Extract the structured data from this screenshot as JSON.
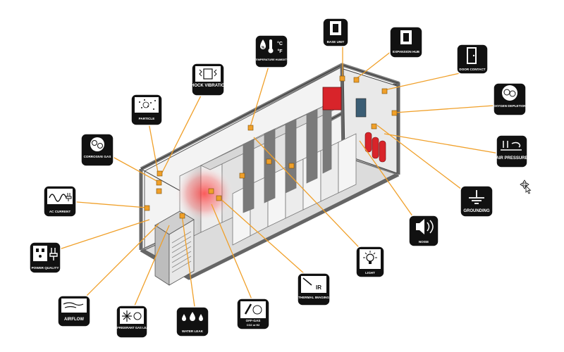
{
  "sensors": {
    "base_unit": "BASE UNIT",
    "expansion_hub": "EXPANSION HUB",
    "door_contact": "DOOR CONTACT",
    "oxygen_depletion": "OXYGEN DEPLETION",
    "air_pressure": "AIR PRESSURE",
    "grounding": "GROUNDING",
    "noise": "NOISE",
    "light": "LIGHT",
    "thermal_imaging": "THERMAL IMAGING",
    "off_gas": "OFF-GAS",
    "off_gas_sub": "CO2 or H2",
    "water_leak": "WATER LEAK",
    "refrigerant_gas_leak": "REFRIGERANT GAS LEAK",
    "airflow": "AIRFLOW",
    "power_quality": "POWER QUALITY",
    "ac_current": "AC CURRENT",
    "corrosive_gas": "CORROSIVE GAS",
    "particle": "PARTICLE",
    "shock_vibration": "SHOCK VIBRATION",
    "temperature_humidity": "TEMPERATURE HUMIDITY",
    "ir_glyph": "IR",
    "celsius_glyph": "°C",
    "fahrenheit_glyph": "°F",
    "percent_glyph": "%"
  },
  "colors": {
    "leader_line": "#f0a02a",
    "badge": "#111111",
    "container_frame": "#8a8a8a",
    "cabinet": "#e6e6e6",
    "fire_panel": "#d8242a",
    "heat_zone": "#ff3b3b"
  }
}
